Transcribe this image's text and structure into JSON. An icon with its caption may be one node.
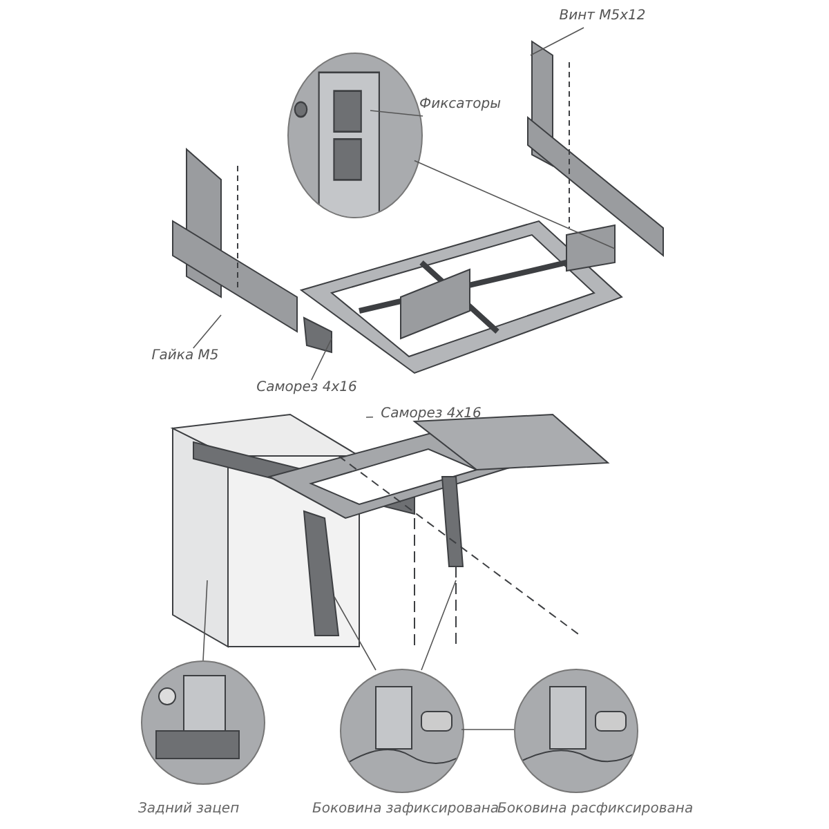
{
  "diagram": {
    "nodes": [
      {
        "text": [
          "Винт M5x12"
        ]
      },
      {
        "text": [
          "Фиксаторы"
        ]
      },
      {
        "text": [
          "Гайка M5"
        ]
      },
      {
        "text": [
          "Саморез 4x16"
        ]
      },
      {
        "text": [
          "Саморез 4x16"
        ]
      },
      {
        "text": [],
        "shape": "picture"
      },
      {
        "text": [],
        "shape": "picture",
        "beside": [
          "Задний зацеп"
        ]
      },
      {
        "text": [],
        "shape": "picture",
        "beside": [
          "Боковина зафиксирована"
        ]
      },
      {
        "text": [],
        "shape": "picture",
        "beside": [
          "Боковина расфиксирована"
        ]
      }
    ],
    "edges": [
      {
        "from": 0,
        "to": null,
        "arrow": "none"
      },
      {
        "from": 1,
        "to": 5,
        "arrow": "none"
      },
      {
        "from": 2,
        "to": null,
        "arrow": "none"
      },
      {
        "from": 3,
        "to": null,
        "arrow": "none"
      },
      {
        "from": 4,
        "to": null,
        "arrow": "none"
      },
      {
        "from": 5,
        "to": null,
        "arrow": "none"
      },
      {
        "from": 7,
        "to": 8,
        "arrow": "none"
      }
    ]
  }
}
